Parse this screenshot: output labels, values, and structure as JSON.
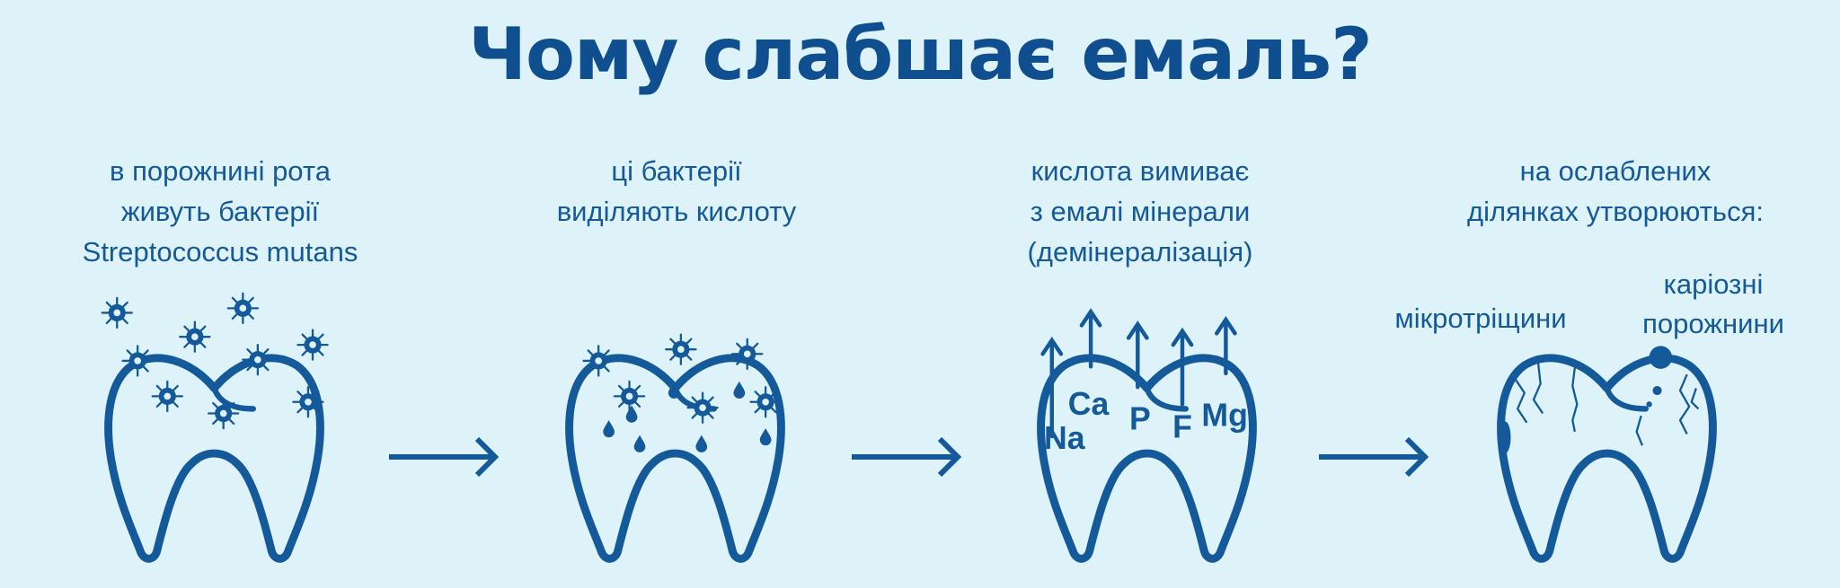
{
  "title": "Чому слабшає емаль?",
  "steps": [
    {
      "lines": [
        "в порожнині рота",
        "живуть бактерії",
        "Streptococcus mutans"
      ]
    },
    {
      "lines": [
        "ці бактерії",
        "виділяють кислоту"
      ]
    },
    {
      "lines": [
        "кислота вимиває",
        "з емалі мінерали",
        "(демінералізація)"
      ],
      "minerals": [
        "Na",
        "Ca",
        "P",
        "F",
        "Mg"
      ]
    },
    {
      "lines": [
        "на ослаблених",
        "ділянках утворюються:"
      ],
      "labels": {
        "microcracks": "мікротріщини",
        "caries_line1": "каріозні",
        "caries_line2": "порожнини"
      }
    }
  ],
  "colors": {
    "background": "#def2fa",
    "primary": "#145a9a",
    "title": "#0f4f8f"
  },
  "icons": [
    "tooth-icon",
    "bacteria-icon",
    "acid-drop-icon",
    "arrow-right-icon",
    "arrow-up-icon"
  ]
}
